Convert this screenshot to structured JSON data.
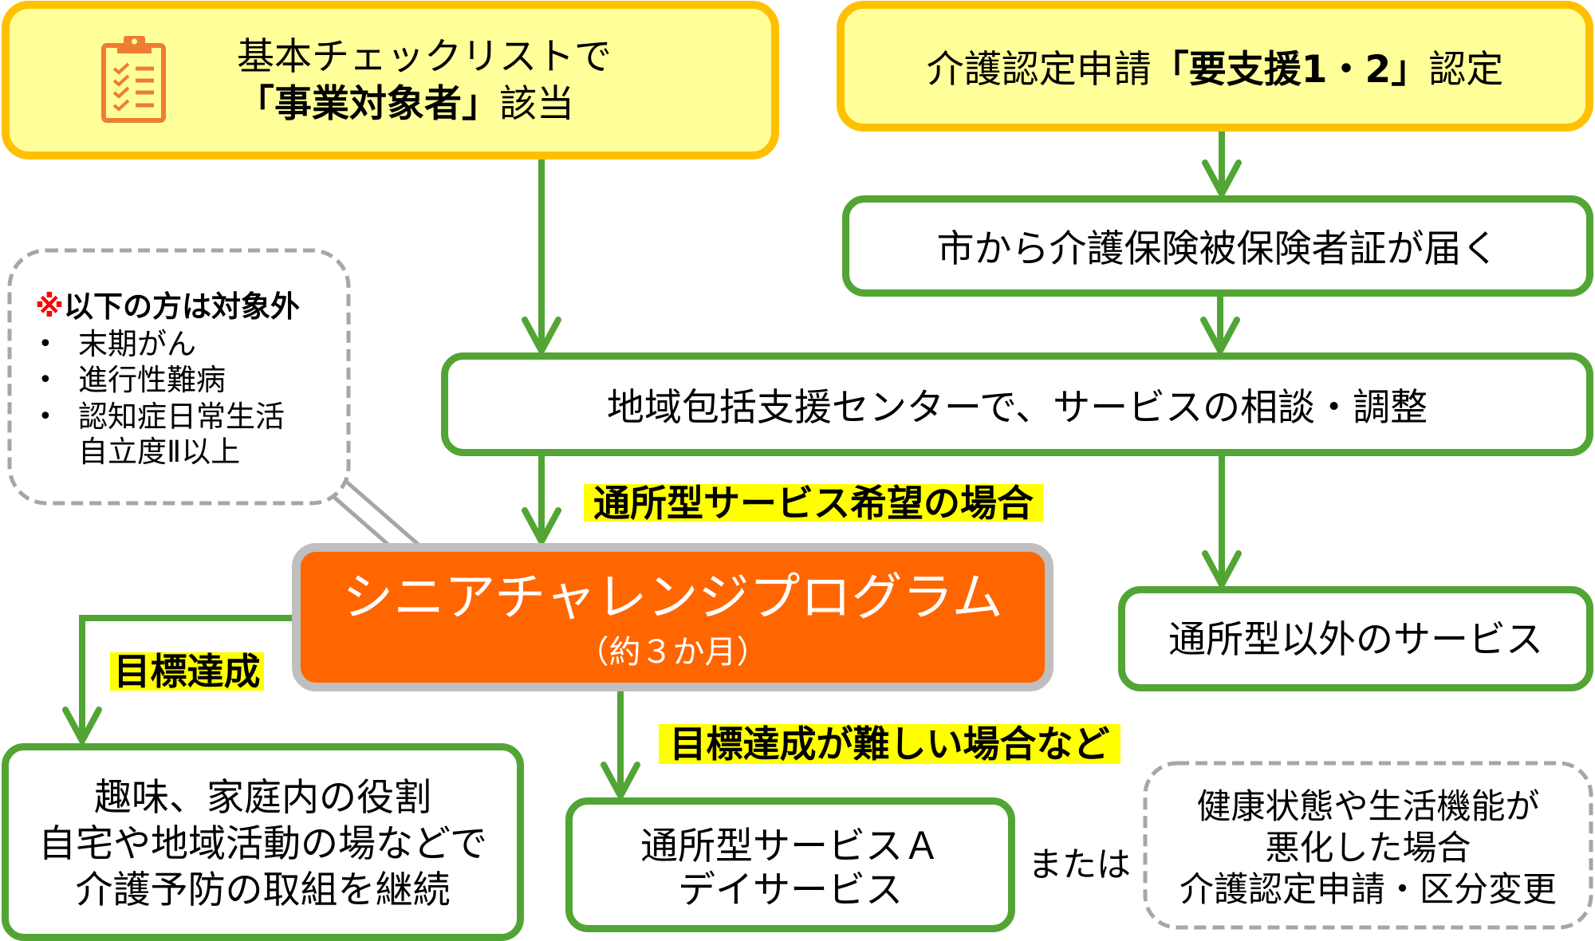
{
  "colors": {
    "yellow_fill": "#FFFF99",
    "yellow_border": "#FFC000",
    "green": "#52A534",
    "orange": "#FF6600",
    "orange_border": "#BFBFBF",
    "highlight": "#FFFF00",
    "dashed_border": "#A6A6A6",
    "note_mark": "#FF0000",
    "icon": "#ED7D31",
    "program_text": "#FFFFFF"
  },
  "start_checklist": {
    "icon": "clipboard-checklist-icon",
    "line1": "基本チェックリストで",
    "line2_bold": "「事業対象者」",
    "line2_rest": "該当"
  },
  "start_certification": {
    "prefix": "介護認定申請",
    "bold": "「要支援1・2」",
    "suffix": "認定"
  },
  "insurance_card_step": {
    "text": "市から介護保険被保険者証が届く"
  },
  "consultation_step": {
    "text": "地域包括支援センターで、サービスの相談・調整"
  },
  "exclusion_note": {
    "mark": "※",
    "title": "以下の方は対象外",
    "bullet": "•",
    "items": [
      {
        "lines": [
          "末期がん"
        ]
      },
      {
        "lines": [
          "進行性難病"
        ]
      },
      {
        "lines": [
          "認知症日常生活",
          "自立度Ⅱ以上"
        ]
      }
    ]
  },
  "program": {
    "title": "シニアチャレンジプログラム",
    "duration": "（約３か月）"
  },
  "non_daycare_step": {
    "text": "通所型以外のサービス"
  },
  "continue_step": {
    "lines": [
      "趣味、家庭内の役割",
      "自宅や地域活動の場などで",
      "介護予防の取組を継続"
    ]
  },
  "daycare_a_step": {
    "lines": [
      "通所型サービスＡ",
      "デイサービス"
    ]
  },
  "or_text": "または",
  "worsened_note": {
    "lines": [
      "健康状態や生活機能が",
      "悪化した場合",
      "介護認定申請・区分変更"
    ]
  },
  "branch_labels": {
    "daycare_wish": "通所型サービス希望の場合",
    "goal_achieved": "目標達成",
    "goal_difficult": "目標達成が難しい場合など"
  }
}
